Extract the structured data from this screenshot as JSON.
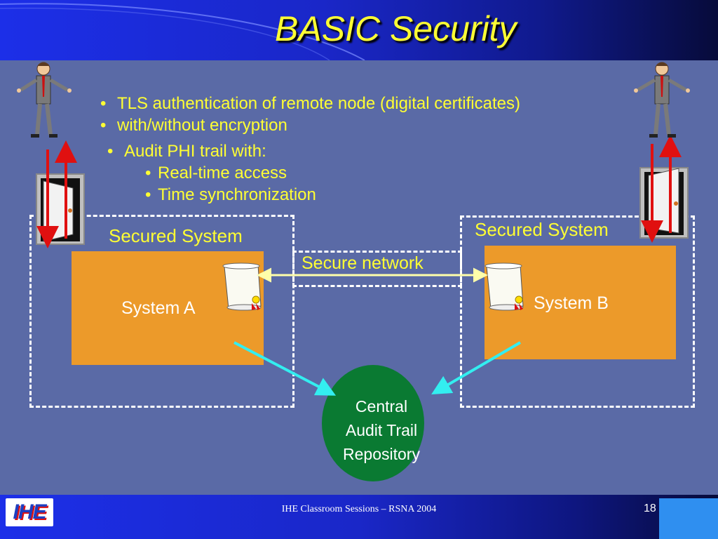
{
  "slide": {
    "title": "BASIC Security",
    "bullets_main": [
      "TLS authentication of remote node (digital certificates)",
      "with/without encryption"
    ],
    "bullet_audit": "Audit PHI trail with:",
    "sub_bullets": [
      "Real-time access",
      "Time synchronization"
    ],
    "bullet_symbol": "•"
  },
  "diagram": {
    "secured_system_left": "Secured System",
    "secured_system_right": "Secured System",
    "secure_network": "Secure network",
    "system_a": "System A",
    "system_b": "System B",
    "central_repository": [
      "Central",
      "Audit Trail",
      "Repository"
    ]
  },
  "footer": {
    "text": "IHE Classroom Sessions – RSNA 2004",
    "page_number": "18",
    "logo": "IHE"
  },
  "colors": {
    "background": "#5a6aa6",
    "text_yellow": "#ffff33",
    "system_orange": "#ec9a2a",
    "repository_green": "#0a7a32",
    "arrow_red": "#e01010",
    "link_cyan": "#33eef0",
    "network_cream": "#ffffaa"
  },
  "icons": [
    "person-left-icon",
    "person-right-icon",
    "door-left-icon",
    "door-right-icon",
    "certificate-scroll-a-icon",
    "certificate-scroll-b-icon"
  ]
}
